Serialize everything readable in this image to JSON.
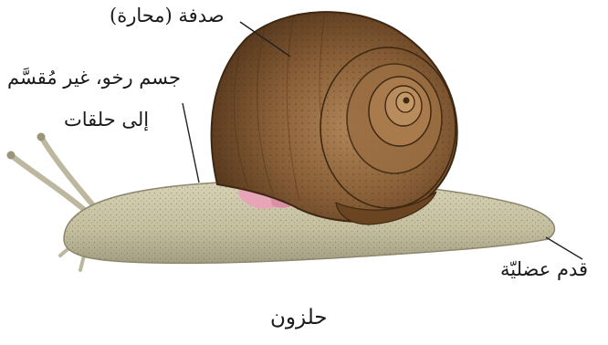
{
  "diagram": {
    "labels": {
      "shell": "صدفة (محارة)",
      "body_line1": "جسم رخو، غير مُقسَّم",
      "body_line2": "إلى حلقات",
      "foot": "قدم عضليّة"
    },
    "caption": "حلزون"
  },
  "colors": {
    "shell_dark": "#5a3a1e",
    "shell_mid": "#8a6038",
    "shell_light": "#b48a5a",
    "body": "#c9c3a4",
    "body_shadow": "#9a957a",
    "mantle_pink": "#e7a6b8",
    "leader_line": "#222222"
  },
  "icons": [
    "snail-illustration"
  ]
}
